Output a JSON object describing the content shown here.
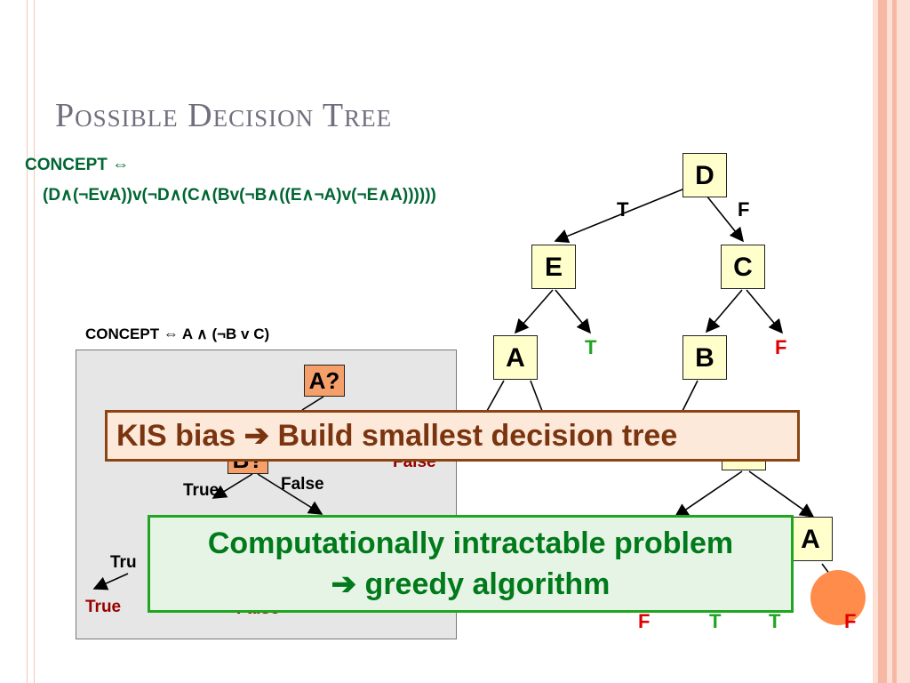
{
  "slide": {
    "title": "Possible Decision Tree",
    "concept1": "CONCEPT ⇔",
    "formula": "(D∧(¬EvA))v(¬D∧(C∧(Bv(¬B∧((E∧¬A)v(¬E∧A))))))",
    "concept2": "CONCEPT ⇔ A ∧ (¬B v C)"
  },
  "big_tree": {
    "nodes": {
      "d": "D",
      "e": "E",
      "c": "C",
      "a1": "A",
      "b": "B",
      "a2": "A"
    },
    "edge_labels": {
      "t_top": "T",
      "f_top": "F"
    },
    "leaves": {
      "e_t": "T",
      "c_f": "F",
      "l1": "F",
      "l2": "T",
      "l3": "T",
      "l4": "F"
    }
  },
  "small_tree": {
    "root": "A?",
    "b_partial": "B?",
    "labels": {
      "false_right": "False",
      "true_b": "True",
      "false_b": "False",
      "true_left": "Tru",
      "true_leaf": "True",
      "false_leaf": "False"
    }
  },
  "callouts": {
    "kis": "KIS bias ➔ Build smallest decision tree",
    "line1": "Computationally intractable problem",
    "line2": "➔ greedy algorithm"
  },
  "colors": {
    "green": "#1fa51f",
    "red": "#e00000",
    "brown": "#8b4513",
    "dark_red": "#990000"
  }
}
